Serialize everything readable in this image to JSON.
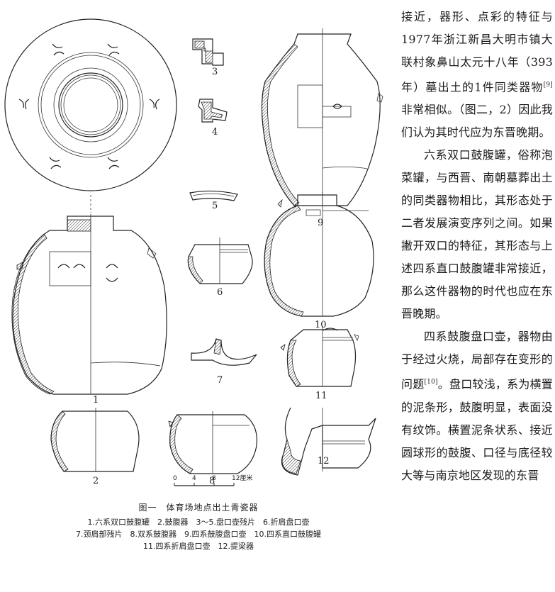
{
  "figure": {
    "numbers": [
      "1",
      "2",
      "3",
      "4",
      "5",
      "6",
      "7",
      "8",
      "9",
      "10",
      "11",
      "12"
    ],
    "scale": {
      "ticks": [
        "0",
        "4",
        "8",
        "12厘米"
      ]
    },
    "caption_title": "图一　体育场地点出土青瓷器",
    "caption_lines": [
      "1.六系双口鼓腹罐　2.鼓腹器　3～5.盘口壶残片　6.折肩盘口壶",
      "7.颈肩部残片　8.双系鼓腹器　9.四系鼓腹盘口壶　10.四系直口鼓腹罐",
      "11.四系折肩盘口壶　12.提梁器"
    ]
  },
  "text": {
    "p1": "接近，器形、点彩的特征与1977年浙江新昌大明市镇大联村象鼻山太元十八年（393年）墓出土的1件同类器物",
    "ref9": "[9]",
    "p1b": "非常相似。（图二，2）因此我们认为其时代应为东晋晚期。",
    "p2": "六系双口鼓腹罐，俗称泡菜罐，与西晋、南朝墓葬出土的同类器物相比，其形态处于二者发展演变序列之间。如果撇开双口的特征，其形态与上述四系直口鼓腹罐非常接近，那么这件器物的时代也应在东晋晚期。",
    "p3a": "四系鼓腹盘口壶，器物由于经过火烧，局部存在变形的问题",
    "ref10": "[10]",
    "p3b": "。盘口较浅，系为横置的泥条形，鼓腹明显，表面没有纹饰。横置泥条状系、接近圆球形的鼓腹、口径与底径较大等与南京地区发现的东晋"
  }
}
